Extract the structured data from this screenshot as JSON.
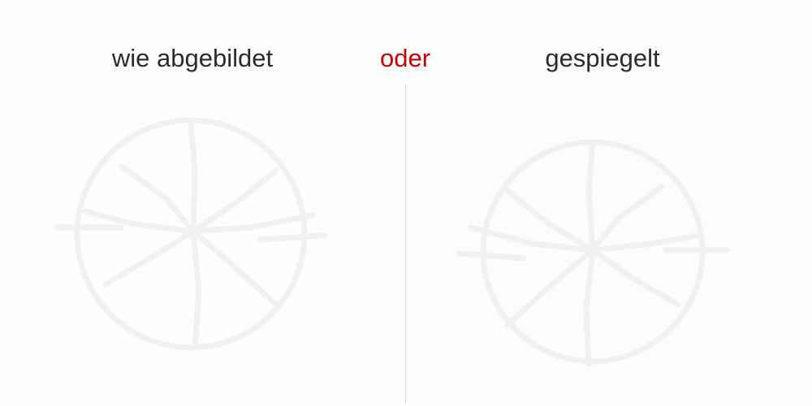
{
  "labels": {
    "as_shown": "wie abgebildet",
    "or": "oder",
    "mirrored": "gespiegelt"
  },
  "colors": {
    "or_accent": "#c80000",
    "text": "#2b2b2b",
    "divider": "#dcdcdc",
    "figure_stroke": "#f2f2f2"
  }
}
